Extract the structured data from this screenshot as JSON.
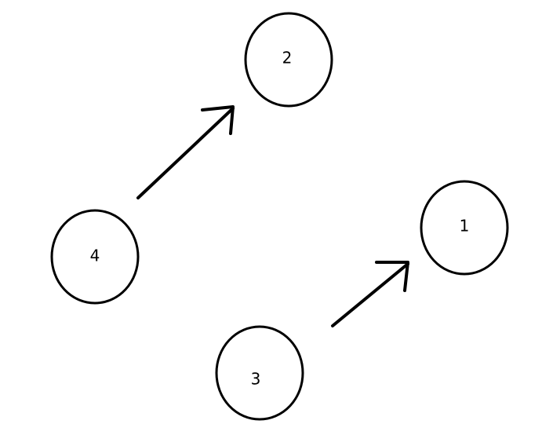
{
  "diagram": {
    "type": "directed-graph",
    "nodes": [
      {
        "id": "2",
        "label": "2"
      },
      {
        "id": "1",
        "label": "1"
      },
      {
        "id": "4",
        "label": "4"
      },
      {
        "id": "3",
        "label": "3"
      }
    ],
    "edges": [
      {
        "from": "4",
        "to": "2"
      },
      {
        "from": "3",
        "to": "1"
      }
    ],
    "colors": {
      "stroke": "#000000",
      "background": "#ffffff"
    }
  }
}
